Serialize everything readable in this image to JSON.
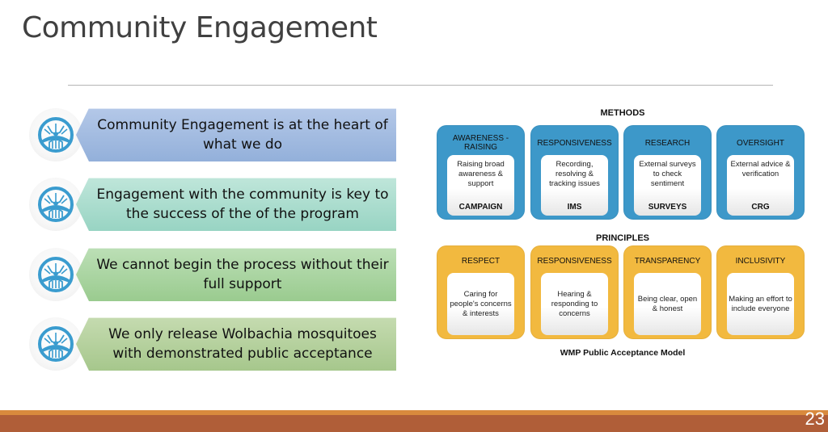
{
  "slide": {
    "title": "Community Engagement",
    "page_number": "23"
  },
  "banners": [
    {
      "text": "Community Engagement is at the heart of what we do",
      "icon": "mosquito-logo-icon"
    },
    {
      "text": "Engagement with the community is key to the success of the of the program",
      "icon": "mosquito-logo-icon"
    },
    {
      "text": "We cannot begin the process without their full support",
      "icon": "mosquito-logo-icon"
    },
    {
      "text": "We only release Wolbachia mosquitoes with demonstrated public acceptance",
      "icon": "mosquito-logo-icon"
    }
  ],
  "diagram": {
    "methods_label": "METHODS",
    "principles_label": "PRINCIPLES",
    "caption": "WMP Public Acceptance Model",
    "colors": {
      "methods": "#3d98c9",
      "principles": "#f2b93f"
    },
    "methods": [
      {
        "title": "AWARENESS - RAISING",
        "description": "Raising broad awareness & support",
        "tag": "CAMPAIGN"
      },
      {
        "title": "RESPONSIVENESS",
        "description": "Recording, resolving & tracking issues",
        "tag": "IMS"
      },
      {
        "title": "RESEARCH",
        "description": "External surveys to check sentiment",
        "tag": "SURVEYS"
      },
      {
        "title": "OVERSIGHT",
        "description": "External advice & verification",
        "tag": "CRG"
      }
    ],
    "principles": [
      {
        "title": "RESPECT",
        "description": "Caring for people's concerns & interests"
      },
      {
        "title": "RESPONSIVENESS",
        "description": "Hearing & responding to concerns"
      },
      {
        "title": "TRANSPARENCY",
        "description": "Being clear, open & honest"
      },
      {
        "title": "INCLUSIVITY",
        "description": "Making an effort to include everyone"
      }
    ]
  }
}
